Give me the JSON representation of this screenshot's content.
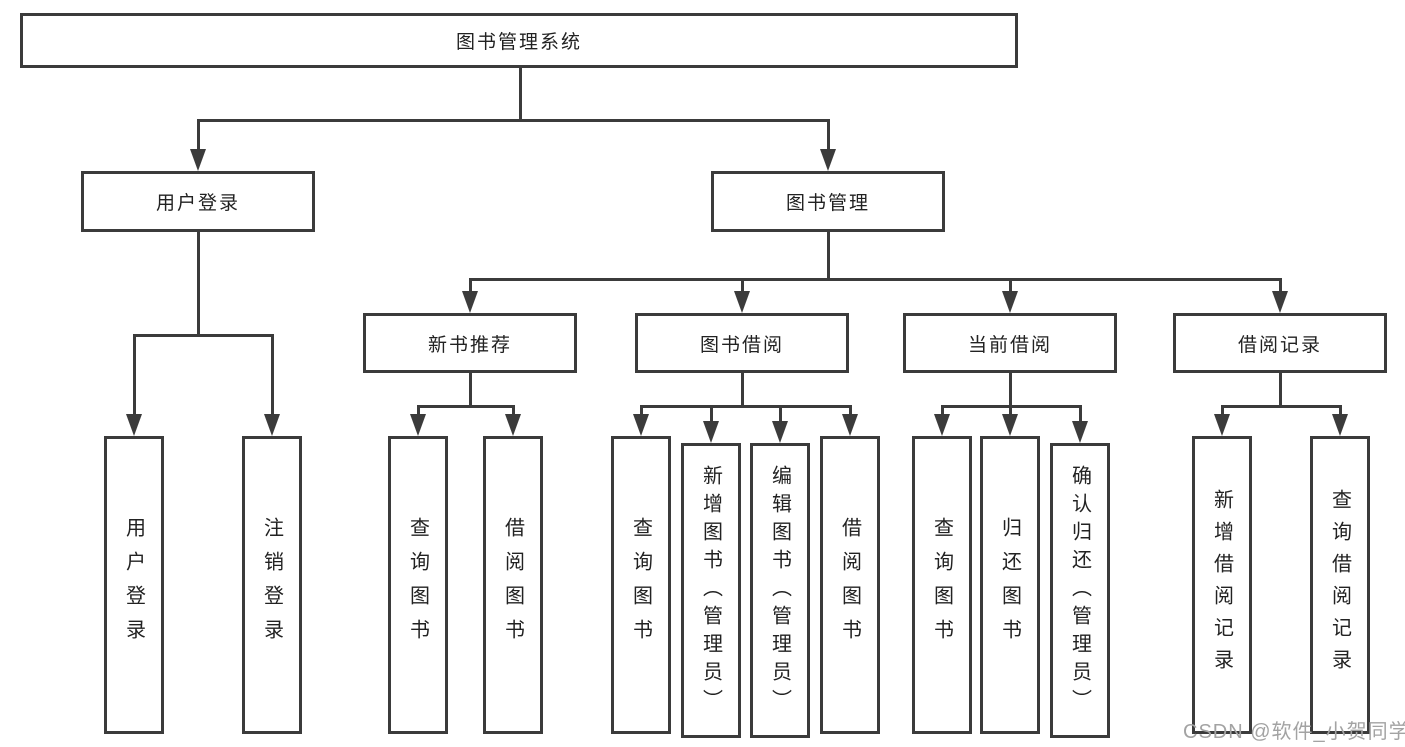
{
  "diagram": {
    "title_node": "图书管理系统",
    "nodes": {
      "root": {
        "label": "图书管理系统"
      },
      "userLogin": {
        "label": "用户登录"
      },
      "bookMgmt": {
        "label": "图书管理"
      },
      "newBookRec": {
        "label": "新书推荐"
      },
      "bookBorrow": {
        "label": "图书借阅"
      },
      "currentBorrow": {
        "label": "当前借阅"
      },
      "borrowRecords": {
        "label": "借阅记录"
      },
      "leafUserLogin": {
        "label": "用户登录"
      },
      "leafLogout": {
        "label": "注销登录"
      },
      "leafQueryBooksA": {
        "label": "查询图书"
      },
      "leafBorrowBooksA": {
        "label": "借阅图书"
      },
      "leafQueryBooksB": {
        "label": "查询图书"
      },
      "leafAddBook": {
        "label": "新增图书（管理员）"
      },
      "leafEditBook": {
        "label": "编辑图书（管理员）"
      },
      "leafBorrowBooksB": {
        "label": "借阅图书"
      },
      "leafQueryBooksC": {
        "label": "查询图书"
      },
      "leafReturnBook": {
        "label": "归还图书"
      },
      "leafConfirmReturn": {
        "label": "确认归还（管理员）"
      },
      "leafAddBorrowRecord": {
        "label": "新增借阅记录"
      },
      "leafQueryBorrowRecord": {
        "label": "查询借阅记录"
      }
    },
    "line_color": "#3b3b3b"
  },
  "watermark": {
    "text": "CSDN @软件_小贺同学"
  }
}
